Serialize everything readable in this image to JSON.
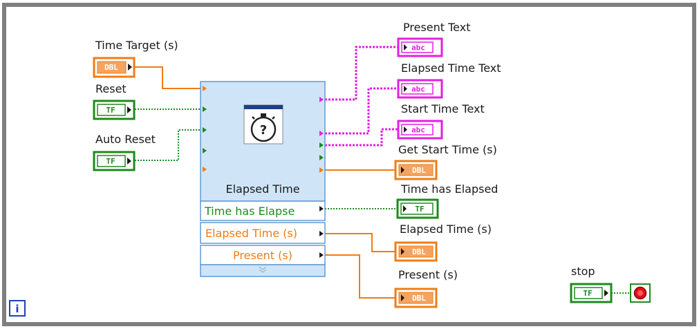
{
  "controls": {
    "time_target": {
      "label": "Time Target (s)",
      "tag": "DBL"
    },
    "reset": {
      "label": "Reset",
      "tag": "TF"
    },
    "auto_reset": {
      "label": "Auto Reset",
      "tag": "TF"
    },
    "stop": {
      "label": "stop",
      "tag": "TF"
    }
  },
  "express_vi": {
    "title": "Elapsed Time",
    "terminals": [
      "Time has Elapse",
      "Elapsed Time (s)",
      "Present (s)"
    ]
  },
  "indicators": {
    "present_text": {
      "label": "Present Text",
      "tag": "abc"
    },
    "elapsed_time_text": {
      "label": "Elapsed Time Text",
      "tag": "abc"
    },
    "start_time_text": {
      "label": "Start Time Text",
      "tag": "abc"
    },
    "get_start_time": {
      "label": "Get Start Time (s)",
      "tag": "DBL"
    },
    "time_has_elapsed": {
      "label": "Time has Elapsed",
      "tag": "TF"
    },
    "elapsed_time": {
      "label": "Elapsed Time (s)",
      "tag": "DBL"
    },
    "present": {
      "label": "Present (s)",
      "tag": "DBL"
    }
  },
  "loop_iteration": {
    "tag": "i"
  },
  "colors": {
    "loop_border": "#7f7f7f",
    "orange": "#f07c15",
    "green": "#1e8a1e",
    "pink": "#e51ee5",
    "vi_bg": "#cfe4f7",
    "vi_border": "#5f9ad6",
    "stop_red": "#e0101a",
    "iter_blue": "#1f3fbf"
  }
}
